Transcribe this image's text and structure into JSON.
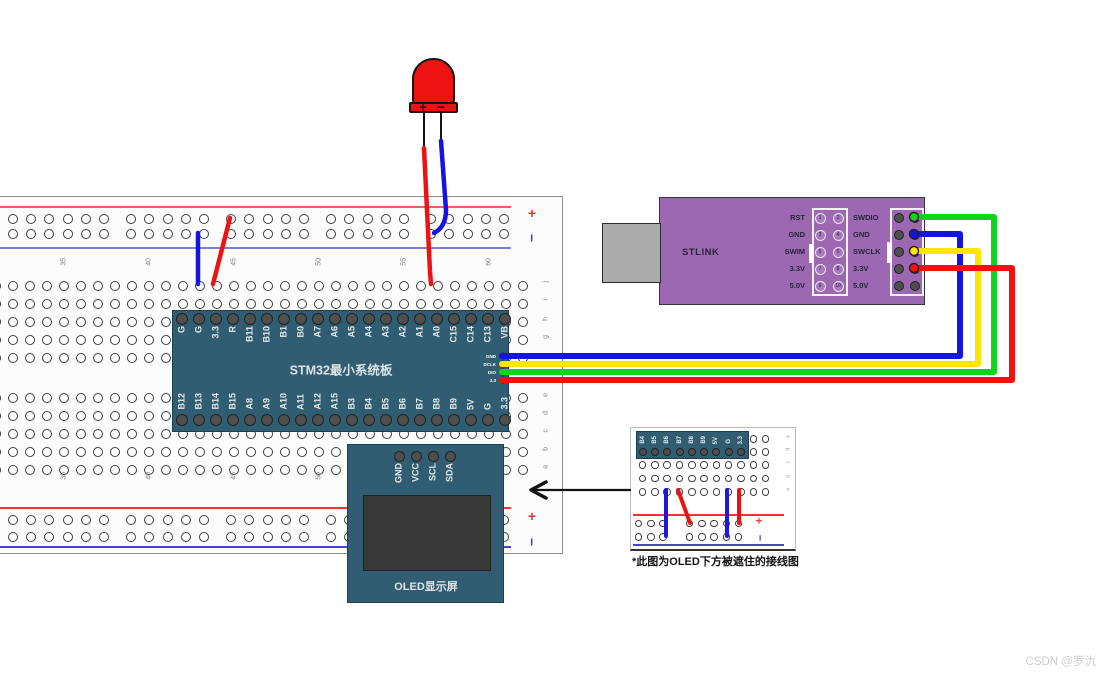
{
  "watermark": "CSDN @罗氿",
  "breadboard": {
    "column_numbers": [
      "35",
      "40",
      "45",
      "50",
      "55",
      "60"
    ],
    "row_letters_top": [
      "j",
      "i",
      "h",
      "g",
      "f"
    ],
    "row_letters_bottom": [
      "e",
      "d",
      "c",
      "b",
      "a"
    ],
    "plus": "+",
    "minus": "−"
  },
  "led": {
    "plus": "+",
    "minus": "−"
  },
  "stm32": {
    "title": "STM32最小系统板",
    "top_pins": [
      "G",
      "G",
      "3.3",
      "R",
      "B11",
      "B10",
      "B1",
      "B0",
      "A7",
      "A6",
      "A5",
      "A4",
      "A3",
      "A2",
      "A1",
      "A0",
      "C15",
      "C14",
      "C13",
      "VB"
    ],
    "bottom_pins": [
      "B12",
      "B13",
      "B14",
      "B15",
      "A8",
      "A9",
      "A10",
      "A11",
      "A12",
      "A15",
      "B3",
      "B4",
      "B5",
      "B6",
      "B7",
      "B8",
      "B9",
      "5V",
      "G",
      "3.3"
    ],
    "connectors": [
      {
        "label": "GND",
        "color": "#1414e0"
      },
      {
        "label": "DCLK",
        "color": "#ffe600"
      },
      {
        "label": "DIO",
        "color": "#0fd41e"
      },
      {
        "label": "3.3",
        "color": "#f50f0f"
      }
    ]
  },
  "stlink": {
    "label": "STLINK",
    "left_labels": [
      "RST",
      "GND",
      "SWIM",
      "3.3V",
      "5.0V"
    ],
    "right_labels": [
      "SWDIO",
      "GND",
      "SWCLK",
      "3.3V",
      "5.0V"
    ],
    "pin_numbers_left": [
      "1",
      "3",
      "5",
      "7",
      "9"
    ],
    "pin_numbers_right": [
      "2",
      "4",
      "6",
      "8",
      "10"
    ],
    "wired_rows": [
      {
        "row": 0,
        "color": "#0fd41e"
      },
      {
        "row": 1,
        "color": "#1414e0"
      },
      {
        "row": 2,
        "color": "#ffe600"
      },
      {
        "row": 3,
        "color": "#f50f0f"
      }
    ]
  },
  "oled": {
    "title": "OLED显示屏",
    "pins": [
      "GND",
      "VCC",
      "SCL",
      "SDA"
    ]
  },
  "inset": {
    "pins": [
      "B4",
      "B5",
      "B6",
      "B7",
      "B8",
      "B9",
      "5V",
      "G",
      "3.3"
    ],
    "row_letters": [
      "e",
      "d",
      "c",
      "b",
      "a"
    ],
    "plus": "+",
    "minus": "−",
    "caption": "*此图为OLED下方被遮住的接线图"
  },
  "connections": [
    {
      "from": "STM32 GND",
      "to": "STLINK GND pin 4",
      "color": "#1414e0"
    },
    {
      "from": "STM32 DCLK",
      "to": "STLINK SWCLK pin 6",
      "color": "#ffe600"
    },
    {
      "from": "STM32 DIO",
      "to": "STLINK SWDIO pin 2",
      "color": "#0fd41e"
    },
    {
      "from": "STM32 3.3",
      "to": "STLINK 3.3V pin 8",
      "color": "#f50f0f"
    },
    {
      "from": "LED +",
      "to": "breadboard column above A0",
      "color": "#ee1212"
    },
    {
      "from": "LED −",
      "to": "top negative rail",
      "color": "#1414e0"
    },
    {
      "from": "top negative rail",
      "to": "STM32 G",
      "color": "#1414e0"
    },
    {
      "from": "top positive rail",
      "to": "STM32 3.3",
      "color": "#ee1212"
    },
    {
      "from": "B6 column (OLED GND)",
      "to": "bottom negative rail",
      "color": "#1a1ad8"
    },
    {
      "from": "B7 column (OLED VCC)",
      "to": "bottom positive rail",
      "color": "#e81414"
    },
    {
      "from": "STM32 bottom G",
      "to": "bottom negative rail",
      "color": "#1a1ad8"
    },
    {
      "from": "STM32 bottom 3.3",
      "to": "bottom positive rail",
      "color": "#e81414"
    }
  ],
  "colors": {
    "board_teal": "#305d72",
    "stlink_purple": "#9d68b2",
    "usb_gray": "#ababab",
    "rail_red_top": "#e06666",
    "rail_blue_top": "#7d7dd8",
    "rail_red_bottom": "#ee3333",
    "rail_blue_bottom": "#4444cc",
    "wire_blue": "#1414e0",
    "wire_yellow": "#ffe600",
    "wire_green": "#0fd41e",
    "wire_red": "#f50f0f",
    "led_red": "#ee1212",
    "pin_dark": "#4f4f4f",
    "plus_red": "#ee3333",
    "minus_blue": "#3d3dcc"
  }
}
